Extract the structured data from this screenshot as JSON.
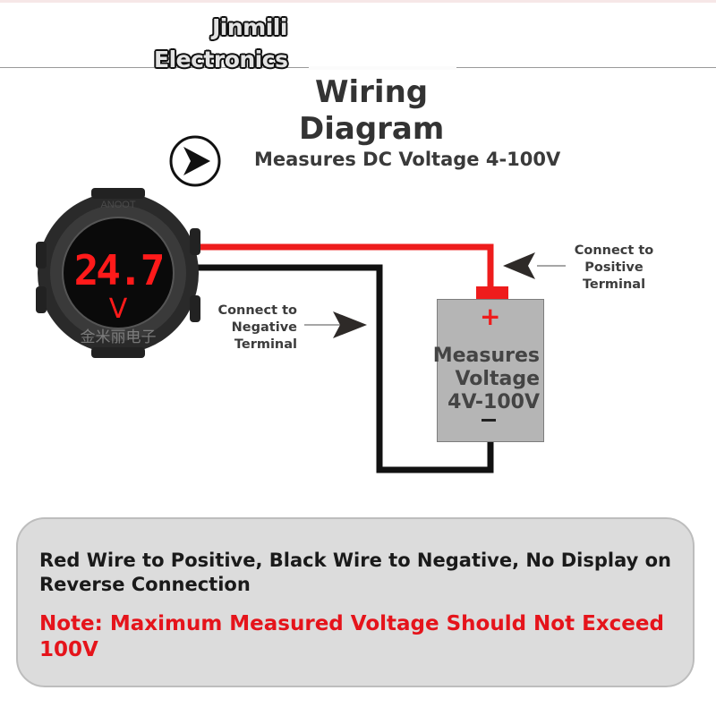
{
  "brand": {
    "line1": "Jinmili",
    "line2": "Electronics"
  },
  "header": {
    "title_line1": "Wiring",
    "title_line2": "Diagram",
    "subtitle": "Measures DC Voltage 4-100V",
    "icon": "play-arrow-circle-icon"
  },
  "meter": {
    "reading": "24.7",
    "unit": "V",
    "display_color": "#ff1a1a",
    "watermark": "金米丽电子"
  },
  "wires": {
    "positive_color": "#ee1c1c",
    "negative_color": "#111111"
  },
  "labels": {
    "negative": [
      "Connect to",
      "Negative",
      "Terminal"
    ],
    "positive": [
      "Connect to",
      "Positive",
      "Terminal"
    ]
  },
  "battery": {
    "plus_symbol": "+",
    "minus_symbol": "−",
    "text_lines": [
      "Measures",
      "Voltage",
      "4V-100V"
    ],
    "fill_color": "#b5b5b5",
    "cap_color": "#ee1c1c"
  },
  "note": {
    "instruction_lines": [
      "Red Wire to Positive, Black Wire to Negative, No Display on",
      "Reverse Connection"
    ],
    "warning_lines": [
      "Note: Maximum Measured Voltage Should Not Exceed",
      "100V"
    ],
    "warning_color": "#e5141b"
  }
}
